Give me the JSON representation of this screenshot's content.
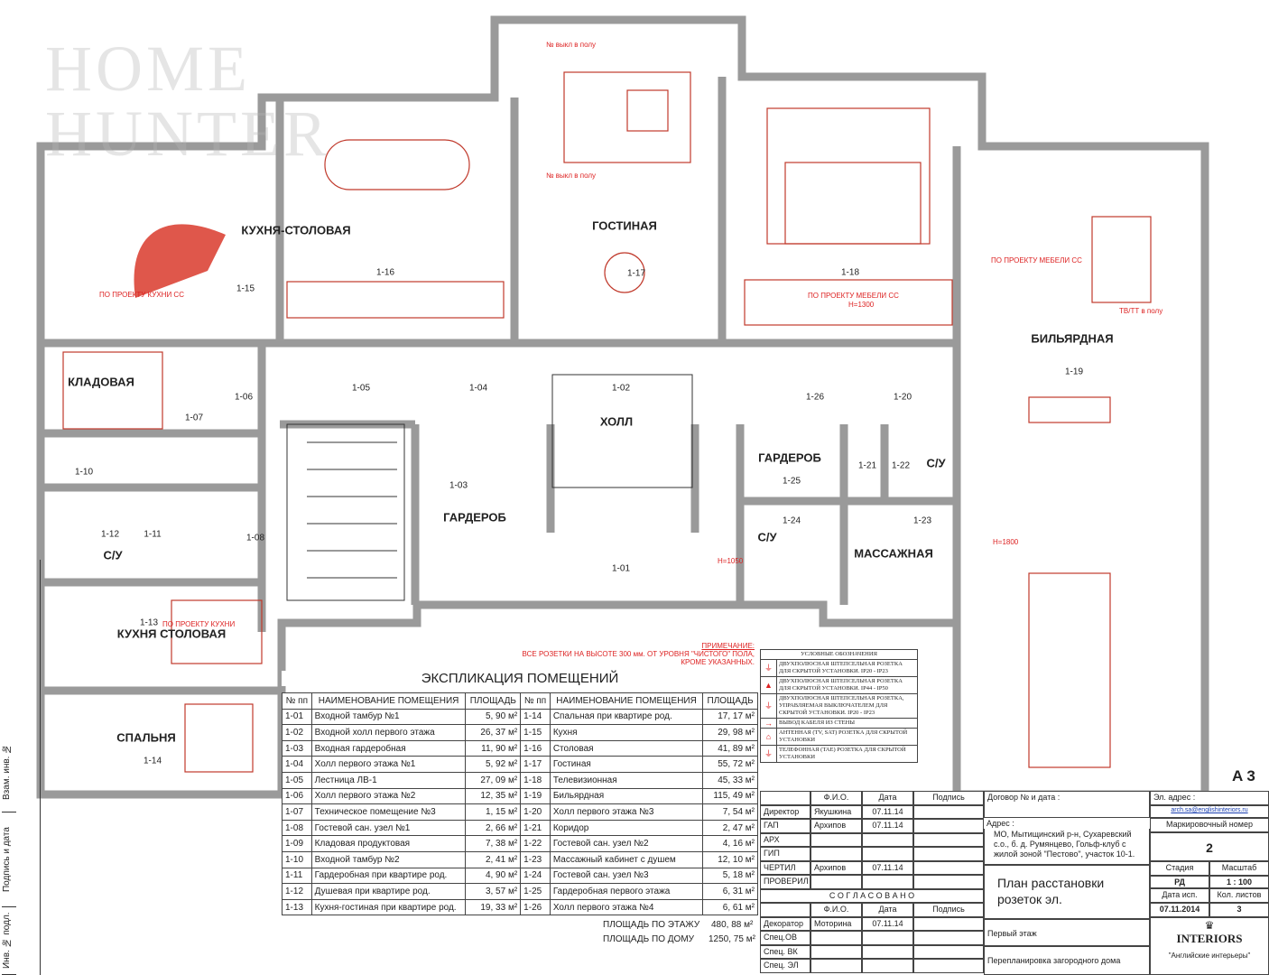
{
  "watermark": "HOME HUNTER",
  "sheet_format": "A 3",
  "colors": {
    "walls": "#9a9a9a",
    "furniture": "#c0392b",
    "notes": "#dd2222"
  },
  "rooms": [
    {
      "label": "КУХНЯ-СТОЛОВАЯ"
    },
    {
      "label": "ГОСТИНАЯ"
    },
    {
      "label": "БИЛЬЯРДНАЯ"
    },
    {
      "label": "КЛАДОВАЯ"
    },
    {
      "label": "ХОЛЛ"
    },
    {
      "label": "ГАРДЕРОБ"
    },
    {
      "label": "ГАРДЕРОБ"
    },
    {
      "label": "С/У"
    },
    {
      "label": "С/У"
    },
    {
      "label": "С/У"
    },
    {
      "label": "МАССАЖНАЯ"
    },
    {
      "label": "КУХНЯ СТОЛОВАЯ"
    },
    {
      "label": "СПАЛЬНЯ"
    }
  ],
  "room_codes": [
    "1-16",
    "1-17",
    "1-18",
    "1-19",
    "1-05",
    "1-04",
    "1-02",
    "1-26",
    "1-20",
    "1-06",
    "1-07",
    "1-10",
    "1-03",
    "1-21",
    "1-22",
    "1-25",
    "1-24",
    "1-23",
    "1-12",
    "1-11",
    "1-08",
    "1-01",
    "1-13",
    "1-14",
    "1-15"
  ],
  "plan_notes": {
    "kitchen_project": "ПО ПРОЕКТУ КУХНИ СС",
    "furniture_project": "ПО ПРОЕКТУ МЕБЕЛИ СС",
    "furniture_project2": "ПО ПРОЕКТУ МЕБЕЛИ СС",
    "kitchen_project2": "ПО ПРОЕКТУ КУХНИ",
    "switch_floor": "№ выкл в полу",
    "switch_floor2": "№ выкл в полу",
    "h1800": "H=1800",
    "h1050": "H=1050",
    "h1300": "H=1300",
    "tv_floor": "ТВ/ТТ в полу"
  },
  "remark": {
    "title": "ПРИМЕЧАНИЕ:",
    "text": "ВСЕ РОЗЕТКИ НА ВЫСОТЕ 300 мм. ОТ УРОВНЯ \"ЧИСТОГО\" ПОЛА,",
    "text2": "КРОМЕ УКАЗАННЫХ."
  },
  "explication": {
    "title": "ЭКСПЛИКАЦИЯ ПОМЕЩЕНИЙ",
    "headers": [
      "№ пп",
      "НАИМЕНОВАНИЕ ПОМЕЩЕНИЯ",
      "ПЛОЩАДЬ",
      "№ пп",
      "НАИМЕНОВАНИЕ ПОМЕЩЕНИЯ",
      "ПЛОЩАДЬ"
    ],
    "rows": [
      [
        "1-01",
        "Входной тамбур №1",
        "5, 90 м²",
        "1-14",
        "Спальная при квартире род.",
        "17, 17 м²"
      ],
      [
        "1-02",
        "Входной холл первого этажа",
        "26, 37 м²",
        "1-15",
        "Кухня",
        "29, 98 м²"
      ],
      [
        "1-03",
        "Входная гардеробная",
        "11, 90 м²",
        "1-16",
        "Столовая",
        "41, 89 м²"
      ],
      [
        "1-04",
        "Холл первого этажа №1",
        "5, 92 м²",
        "1-17",
        "Гостиная",
        "55, 72 м²"
      ],
      [
        "1-05",
        "Лестница ЛВ-1",
        "27, 09 м²",
        "1-18",
        "Телевизионная",
        "45, 33 м²"
      ],
      [
        "1-06",
        "Холл первого этажа №2",
        "12, 35 м²",
        "1-19",
        "Бильярдная",
        "115, 49 м²"
      ],
      [
        "1-07",
        "Техническое помещение №3",
        "1, 15 м²",
        "1-20",
        "Холл первого этажа №3",
        "7, 54 м²"
      ],
      [
        "1-08",
        "Гостевой сан. узел №1",
        "2, 66 м²",
        "1-21",
        "Коридор",
        "2, 47 м²"
      ],
      [
        "1-09",
        "Кладовая продуктовая",
        "7, 38 м²",
        "1-22",
        "Гостевой сан. узел №2",
        "4, 16 м²"
      ],
      [
        "1-10",
        "Входной тамбур №2",
        "2, 41 м²",
        "1-23",
        "Массажный кабинет с душем",
        "12, 10 м²"
      ],
      [
        "1-11",
        "Гардеробная при квартире род.",
        "4, 90 м²",
        "1-24",
        "Гостевой сан. узел №3",
        "5, 18 м²"
      ],
      [
        "1-12",
        "Душевая при квартире род.",
        "3, 57 м²",
        "1-25",
        "Гардеробная первого этажа",
        "6, 31 м²"
      ],
      [
        "1-13",
        "Кухня-гостиная при квартире род.",
        "19, 33 м²",
        "1-26",
        "Холл первого этажа №4",
        "6, 61 м²"
      ]
    ],
    "floor_total_label": "ПЛОЩАДЬ ПО ЭТАЖУ",
    "floor_total": "480, 88 м²",
    "house_total_label": "ПЛОЩАДЬ ПО ДОМУ",
    "house_total": "1250, 75 м²"
  },
  "legend": {
    "title": "УСЛОВНЫЕ ОБОЗНАЧЕНИЯ",
    "items": [
      {
        "icon": "socket-ip20-icon",
        "text": "ДВУХПОЛЮСНАЯ ШТЕПСЕЛЬНАЯ РОЗЕТКА ДЛЯ СКРЫТОЙ УСТАНОВКИ. IP20 - IP23"
      },
      {
        "icon": "socket-ip44-icon",
        "text": "ДВУХПОЛЮСНАЯ ШТЕПСЕЛЬНАЯ РОЗЕТКА ДЛЯ СКРЫТОЙ УСТАНОВКИ. IP44 - IP50"
      },
      {
        "icon": "switched-socket-icon",
        "text": "ДВУХПОЛЮСНАЯ ШТЕПСЕЛЬНАЯ РОЗЕТКА, УПРАВЛЯЕМАЯ ВЫКЛЮЧАТЕЛЕМ ДЛЯ СКРЫТОЙ УСТАНОВКИ. IP20 - IP23"
      },
      {
        "icon": "cable-outlet-icon",
        "text": "ВЫВОД КАБЕЛЯ ИЗ СТЕНЫ"
      },
      {
        "icon": "antenna-socket-icon",
        "text": "АНТЕННАЯ (TV, SAT) РОЗЕТКА ДЛЯ СКРЫТОЙ УСТАНОВКИ"
      },
      {
        "icon": "phone-socket-icon",
        "text": "ТЕЛЕФОННАЯ (TAE) РОЗЕТКА ДЛЯ СКРЫТОЙ УСТАНОВКИ"
      }
    ]
  },
  "title_block": {
    "h_fio": "Ф.И.О.",
    "h_date": "Дата",
    "h_sign": "Подпись",
    "people": [
      {
        "role": "Директор",
        "name": "Якушкина",
        "date": "07.11.14"
      },
      {
        "role": "ГАП",
        "name": "Архипов",
        "date": "07.11.14"
      },
      {
        "role": "АРХ",
        "name": "",
        "date": ""
      },
      {
        "role": "ГИП",
        "name": "",
        "date": ""
      },
      {
        "role": "ЧЕРТИЛ",
        "name": "Архипов",
        "date": "07.11.14"
      },
      {
        "role": "ПРОВЕРИЛ",
        "name": "",
        "date": ""
      }
    ],
    "agreed": "С О Г Л А С О В А Н О",
    "agreed_people": [
      {
        "role": "Декоратор",
        "name": "Моторина",
        "date": "07.11.14"
      },
      {
        "role": "Спец.ОВ",
        "name": "",
        "date": ""
      },
      {
        "role": "Спец. ВК",
        "name": "",
        "date": ""
      },
      {
        "role": "Спец. ЭЛ",
        "name": "",
        "date": ""
      }
    ],
    "contract": "Договор № и дата :",
    "address_label": "Адрес :",
    "address": "МО, Мытищинский р-н, Сухаревский с.о., б. д. Румянцево, Гольф-клуб с жилой зоной \"Пестово\", участок 10-1.",
    "drawing_title": "План расстановки розеток эл.",
    "floor": "Первый этаж",
    "project": "Перепланировка загородного дома",
    "email_label": "Эл. адрес :",
    "email": "arch.sa@englishinteriors.ru",
    "marking_label": "Маркировочный номер",
    "marking": "2",
    "stage_label": "Стадия",
    "stage": "РД",
    "scale_label": "Масштаб",
    "scale": "1 : 100",
    "date_label": "Дата исп.",
    "date": "07.11.2014",
    "sheets_label": "Кол. листов",
    "sheets": "3",
    "logo": "INTERIORS",
    "company": "\"Английские интерьеры\""
  },
  "side_strip": [
    "Инв. № подл.",
    "Подпись и дата",
    "Взам. инв. №"
  ]
}
